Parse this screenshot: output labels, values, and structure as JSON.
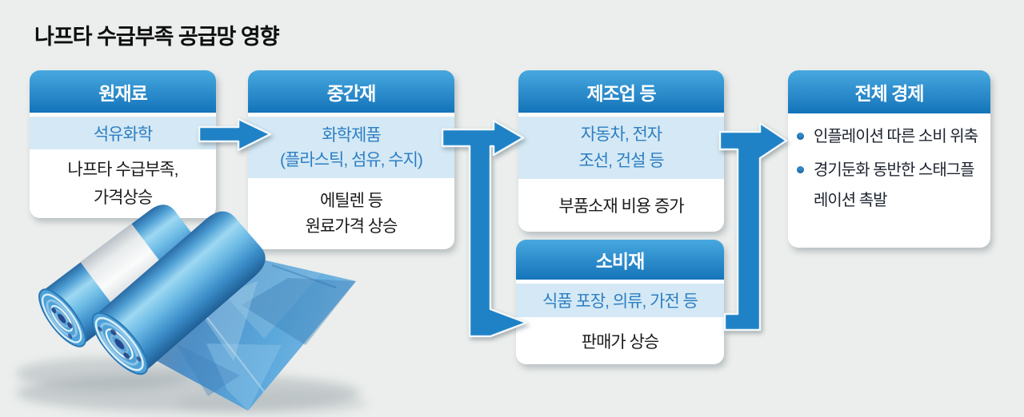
{
  "title": "나프타 수급부족 공급망 영향",
  "colors": {
    "background": "#ebeeec",
    "header_gradient_top": "#48a8df",
    "header_gradient_bottom": "#1474ba",
    "subcategory_band": "#d4e9f5",
    "subcategory_text": "#2d7ec2",
    "body_text": "#1b1b1b",
    "arrow": "#1f82c6",
    "bullet": "#2e86c6"
  },
  "boxes": [
    {
      "header": "원재료",
      "band_lines": [
        "석유화학"
      ],
      "body_lines": [
        "나프타 수급부족,",
        "가격상승"
      ]
    },
    {
      "header": "중간재",
      "band_lines": [
        "화학제품",
        "(플라스틱, 섬유, 수지)"
      ],
      "body_lines": [
        "에틸렌 등",
        "원료가격 상승"
      ]
    },
    {
      "header": "제조업 등",
      "band_lines": [
        "자동차, 전자",
        "조선, 건설 등"
      ],
      "body_lines": [
        "부품소재 비용 증가"
      ]
    },
    {
      "header": "소비재",
      "band_lines": [
        "식품 포장, 의류, 가전 등"
      ],
      "body_lines": [
        "판매가 상승"
      ]
    },
    {
      "header": "전체 경제",
      "bullets": [
        {
          "lines": [
            "인플레이션 따른",
            "소비 위축"
          ]
        },
        {
          "lines": [
            "경기둔화 동반한",
            "스태그플레이션 촉발"
          ]
        }
      ]
    }
  ],
  "illustration": {
    "name": "blue-plastic-film-rolls"
  }
}
